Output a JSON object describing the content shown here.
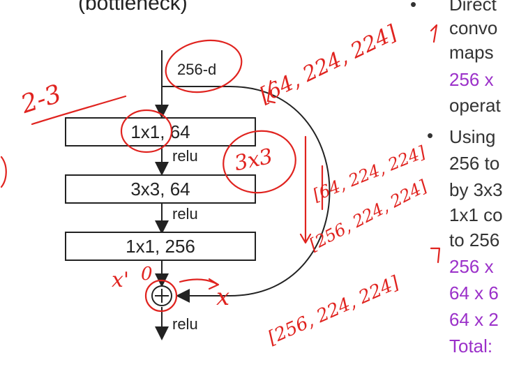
{
  "title": "(bottleneck)",
  "input_dim": "256-d",
  "blocks": [
    {
      "label": "1x1, 64"
    },
    {
      "label": "3x3, 64"
    },
    {
      "label": "1x1, 256"
    }
  ],
  "activations": [
    "relu",
    "relu",
    "relu"
  ],
  "plus_symbol": "+",
  "right_text": {
    "bullet_1": "•",
    "line_1": "Direct",
    "line_2": "convo",
    "line_3": "maps",
    "line_4": "256 x",
    "line_5": "operat",
    "bullet_2": "•",
    "line_6": "Using",
    "line_7": "256 to",
    "line_8": "by 3x3",
    "line_9": "1x1 co",
    "line_10": "to 256",
    "line_11": "256 x",
    "line_12": "64 x 6",
    "line_13": "64 x 2",
    "line_14": "Total:"
  },
  "annotations": {
    "layer_index": "2-3",
    "input_shape": "[64, 224, 224]",
    "kernel": "3x3",
    "mid_shape": "[64, 224, 224]",
    "out_shape": "[256, 224, 224]",
    "skip_shape": "[256, 224, 224]",
    "x_prime": "x'",
    "zero": "0",
    "x": "x"
  },
  "colors": {
    "ink": "#222222",
    "handwriting": "#e0231f",
    "highlight": "#9b30c9"
  }
}
